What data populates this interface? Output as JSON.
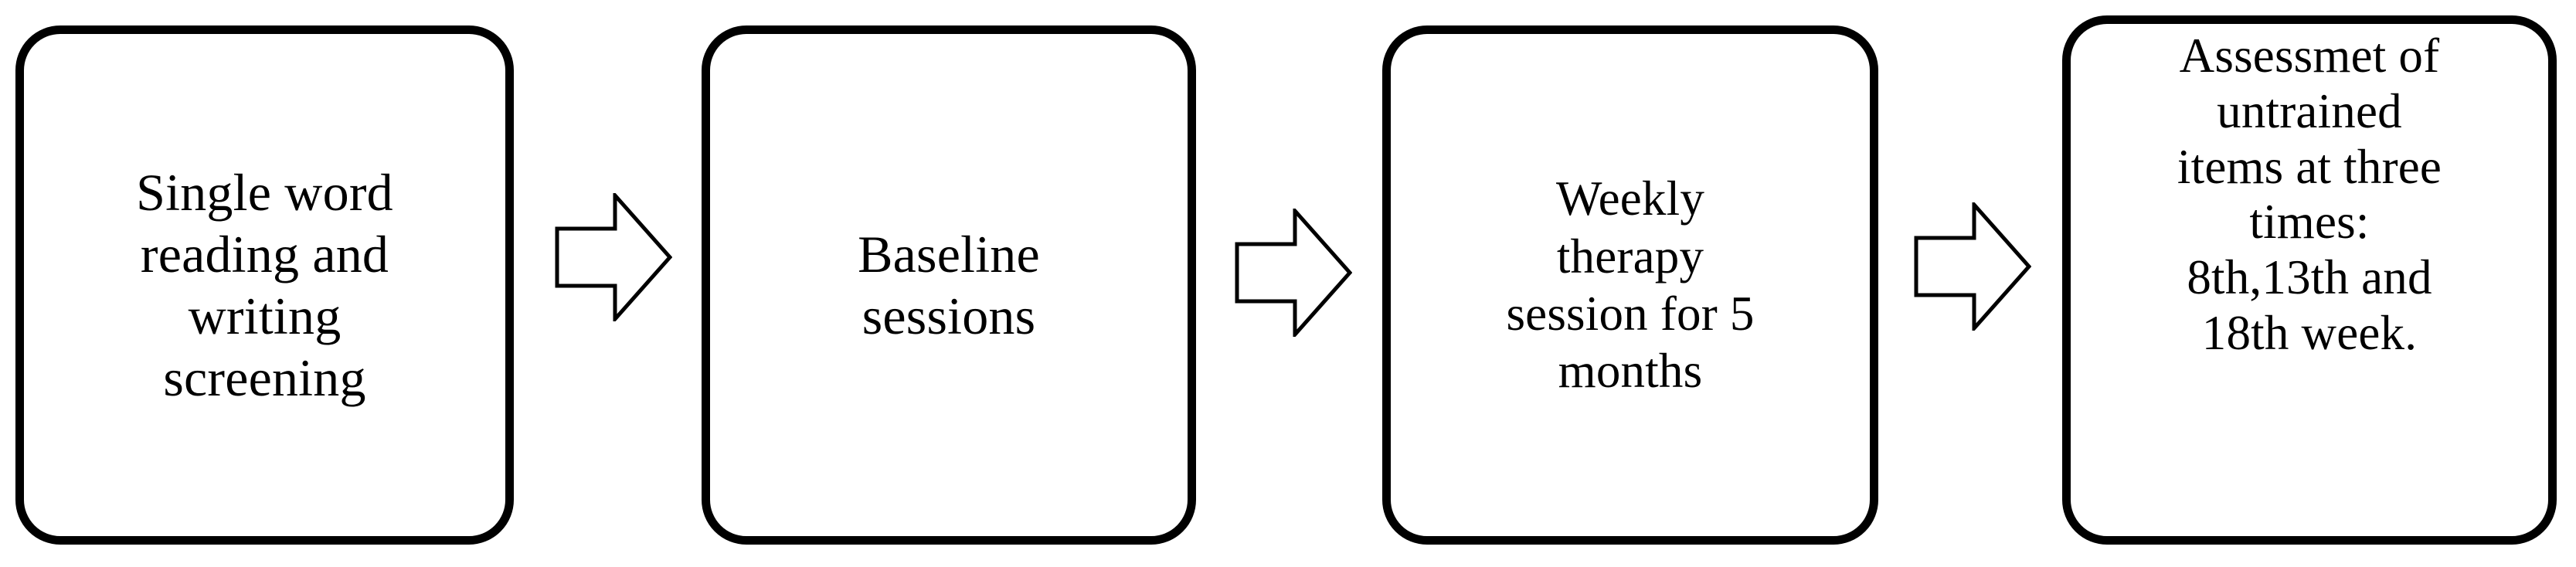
{
  "diagram": {
    "type": "flowchart",
    "orientation": "left-to-right",
    "background_color": "#ffffff",
    "stroke_color": "#000000",
    "text_color": "#000000",
    "nodes": [
      {
        "id": "node-1",
        "name": "single-word-reading-and-writing-screening",
        "label": "Single word\nreading and\nwriting\nscreening",
        "lines": [
          "Single word",
          "reading and",
          "writing",
          "screening"
        ]
      },
      {
        "id": "node-2",
        "name": "baseline-sessions",
        "label": "Baseline\nsessions",
        "lines": [
          "Baseline",
          "sessions"
        ]
      },
      {
        "id": "node-3",
        "name": "weekly-therapy-session-for-5-months",
        "label": "Weekly\ntherapy\nsession for 5\nmonths",
        "lines": [
          "Weekly",
          "therapy",
          "session for 5",
          "months"
        ]
      },
      {
        "id": "node-4",
        "name": "assessment-of-untrained-items",
        "label": "Assessmet of\nuntrained\nitems at three\ntimes:\n8th,13th and\n18th week.",
        "lines": [
          "Assessmet of",
          "untrained",
          "items at three",
          "times:",
          "8th,13th and",
          "18th week."
        ]
      }
    ],
    "connectors": [
      {
        "id": "arrow-1",
        "name": "arrow-right-icon",
        "from": "node-1",
        "to": "node-2",
        "shape": "hollow-block-arrow-right"
      },
      {
        "id": "arrow-2",
        "name": "arrow-right-icon",
        "from": "node-2",
        "to": "node-3",
        "shape": "hollow-block-arrow-right"
      },
      {
        "id": "arrow-3",
        "name": "arrow-right-icon",
        "from": "node-3",
        "to": "node-4",
        "shape": "hollow-block-arrow-right"
      }
    ]
  }
}
